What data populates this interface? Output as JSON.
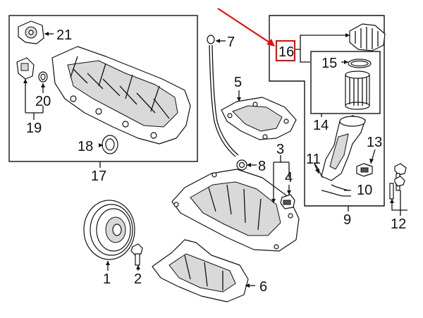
{
  "diagram": {
    "callouts": [
      {
        "id": "c1",
        "text": "1"
      },
      {
        "id": "c2",
        "text": "2"
      },
      {
        "id": "c3",
        "text": "3"
      },
      {
        "id": "c4",
        "text": "4"
      },
      {
        "id": "c5",
        "text": "5"
      },
      {
        "id": "c6",
        "text": "6"
      },
      {
        "id": "c7",
        "text": "7"
      },
      {
        "id": "c8",
        "text": "8"
      },
      {
        "id": "c9",
        "text": "9"
      },
      {
        "id": "c10",
        "text": "10"
      },
      {
        "id": "c11",
        "text": "11"
      },
      {
        "id": "c12",
        "text": "12"
      },
      {
        "id": "c13",
        "text": "13"
      },
      {
        "id": "c14",
        "text": "14"
      },
      {
        "id": "c15",
        "text": "15"
      },
      {
        "id": "c16",
        "text": "16"
      },
      {
        "id": "c17",
        "text": "17"
      },
      {
        "id": "c18",
        "text": "18"
      },
      {
        "id": "c19",
        "text": "19"
      },
      {
        "id": "c20",
        "text": "20"
      },
      {
        "id": "c21",
        "text": "21"
      }
    ],
    "highlight": {
      "part": "16",
      "color": "#e01010"
    }
  }
}
